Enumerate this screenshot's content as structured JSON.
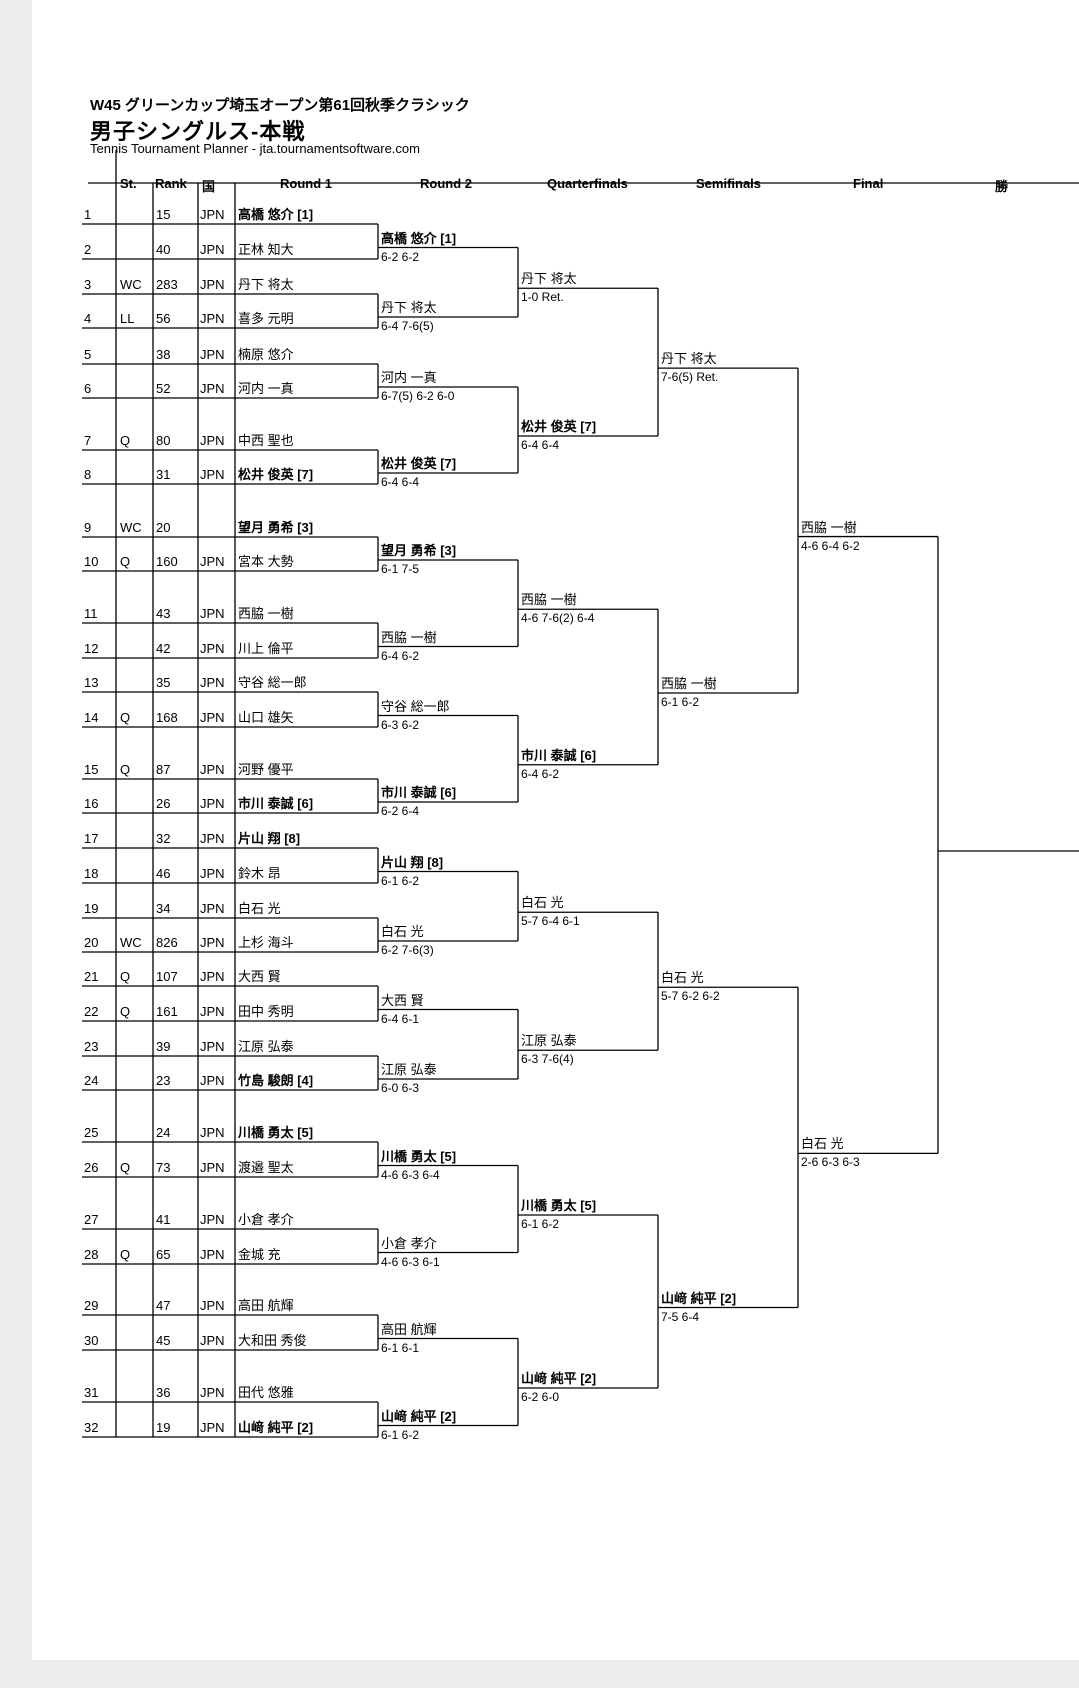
{
  "tournament": {
    "name": "W45 グリーンカップ埼玉オープン第61回秋季クラシック",
    "event": "男子シングルス-本戦",
    "planner": "Tennis Tournament Planner - jta.tournamentsoftware.com"
  },
  "headers": {
    "st": "St.",
    "rank": "Rank",
    "nat": "国",
    "r1": "Round 1",
    "r2": "Round 2",
    "qf": "Quarterfinals",
    "sf": "Semifinals",
    "final": "Final",
    "winner": "勝"
  },
  "draw": [
    {
      "no": "1",
      "st": "",
      "rank": "15",
      "nat": "JPN",
      "name": "高橋 悠介 [1]",
      "seed": true
    },
    {
      "no": "2",
      "st": "",
      "rank": "40",
      "nat": "JPN",
      "name": "正林 知大",
      "seed": false
    },
    {
      "no": "3",
      "st": "WC",
      "rank": "283",
      "nat": "JPN",
      "name": "丹下 将太",
      "seed": false
    },
    {
      "no": "4",
      "st": "LL",
      "rank": "56",
      "nat": "JPN",
      "name": "喜多 元明",
      "seed": false
    },
    {
      "no": "5",
      "st": "",
      "rank": "38",
      "nat": "JPN",
      "name": "楠原 悠介",
      "seed": false
    },
    {
      "no": "6",
      "st": "",
      "rank": "52",
      "nat": "JPN",
      "name": "河内 一真",
      "seed": false
    },
    {
      "no": "7",
      "st": "Q",
      "rank": "80",
      "nat": "JPN",
      "name": "中西 聖也",
      "seed": false
    },
    {
      "no": "8",
      "st": "",
      "rank": "31",
      "nat": "JPN",
      "name": "松井 俊英 [7]",
      "seed": true
    },
    {
      "no": "9",
      "st": "WC",
      "rank": "20",
      "nat": "",
      "name": "望月 勇希 [3]",
      "seed": true
    },
    {
      "no": "10",
      "st": "Q",
      "rank": "160",
      "nat": "JPN",
      "name": "宮本 大勢",
      "seed": false
    },
    {
      "no": "11",
      "st": "",
      "rank": "43",
      "nat": "JPN",
      "name": "西脇 一樹",
      "seed": false
    },
    {
      "no": "12",
      "st": "",
      "rank": "42",
      "nat": "JPN",
      "name": "川上 倫平",
      "seed": false
    },
    {
      "no": "13",
      "st": "",
      "rank": "35",
      "nat": "JPN",
      "name": "守谷 総一郎",
      "seed": false
    },
    {
      "no": "14",
      "st": "Q",
      "rank": "168",
      "nat": "JPN",
      "name": "山口 雄矢",
      "seed": false
    },
    {
      "no": "15",
      "st": "Q",
      "rank": "87",
      "nat": "JPN",
      "name": "河野 優平",
      "seed": false
    },
    {
      "no": "16",
      "st": "",
      "rank": "26",
      "nat": "JPN",
      "name": "市川 泰誠 [6]",
      "seed": true
    },
    {
      "no": "17",
      "st": "",
      "rank": "32",
      "nat": "JPN",
      "name": "片山 翔 [8]",
      "seed": true
    },
    {
      "no": "18",
      "st": "",
      "rank": "46",
      "nat": "JPN",
      "name": "鈴木 昂",
      "seed": false
    },
    {
      "no": "19",
      "st": "",
      "rank": "34",
      "nat": "JPN",
      "name": "白石 光",
      "seed": false
    },
    {
      "no": "20",
      "st": "WC",
      "rank": "826",
      "nat": "JPN",
      "name": "上杉 海斗",
      "seed": false
    },
    {
      "no": "21",
      "st": "Q",
      "rank": "107",
      "nat": "JPN",
      "name": "大西 賢",
      "seed": false
    },
    {
      "no": "22",
      "st": "Q",
      "rank": "161",
      "nat": "JPN",
      "name": "田中 秀明",
      "seed": false
    },
    {
      "no": "23",
      "st": "",
      "rank": "39",
      "nat": "JPN",
      "name": "江原 弘泰",
      "seed": false
    },
    {
      "no": "24",
      "st": "",
      "rank": "23",
      "nat": "JPN",
      "name": "竹島 駿朗 [4]",
      "seed": true
    },
    {
      "no": "25",
      "st": "",
      "rank": "24",
      "nat": "JPN",
      "name": "川橋 勇太 [5]",
      "seed": true
    },
    {
      "no": "26",
      "st": "Q",
      "rank": "73",
      "nat": "JPN",
      "name": "渡邉 聖太",
      "seed": false
    },
    {
      "no": "27",
      "st": "",
      "rank": "41",
      "nat": "JPN",
      "name": "小倉 孝介",
      "seed": false
    },
    {
      "no": "28",
      "st": "Q",
      "rank": "65",
      "nat": "JPN",
      "name": "金城 充",
      "seed": false
    },
    {
      "no": "29",
      "st": "",
      "rank": "47",
      "nat": "JPN",
      "name": "高田 航輝",
      "seed": false
    },
    {
      "no": "30",
      "st": "",
      "rank": "45",
      "nat": "JPN",
      "name": "大和田 秀俊",
      "seed": false
    },
    {
      "no": "31",
      "st": "",
      "rank": "36",
      "nat": "JPN",
      "name": "田代 悠雅",
      "seed": false
    },
    {
      "no": "32",
      "st": "",
      "rank": "19",
      "nat": "JPN",
      "name": "山﨑 純平 [2]",
      "seed": true
    }
  ],
  "round2": [
    {
      "name": "高橋 悠介 [1]",
      "score": "6-2 6-2",
      "seed": true
    },
    {
      "name": "丹下 将太",
      "score": "6-4 7-6(5)",
      "seed": false
    },
    {
      "name": "河内 一真",
      "score": "6-7(5) 6-2 6-0",
      "seed": false
    },
    {
      "name": "松井 俊英 [7]",
      "score": "6-4 6-4",
      "seed": true
    },
    {
      "name": "望月 勇希 [3]",
      "score": "6-1 7-5",
      "seed": true
    },
    {
      "name": "西脇 一樹",
      "score": "6-4 6-2",
      "seed": false
    },
    {
      "name": "守谷 総一郎",
      "score": "6-3 6-2",
      "seed": false
    },
    {
      "name": "市川 泰誠 [6]",
      "score": "6-2 6-4",
      "seed": true
    },
    {
      "name": "片山 翔 [8]",
      "score": "6-1 6-2",
      "seed": true
    },
    {
      "name": "白石 光",
      "score": "6-2 7-6(3)",
      "seed": false
    },
    {
      "name": "大西 賢",
      "score": "6-4 6-1",
      "seed": false
    },
    {
      "name": "江原 弘泰",
      "score": "6-0 6-3",
      "seed": false
    },
    {
      "name": "川橋 勇太 [5]",
      "score": "4-6 6-3 6-4",
      "seed": true
    },
    {
      "name": "小倉 孝介",
      "score": "4-6 6-3 6-1",
      "seed": false
    },
    {
      "name": "高田 航輝",
      "score": "6-1 6-1",
      "seed": false
    },
    {
      "name": "山﨑 純平 [2]",
      "score": "6-1 6-2",
      "seed": true
    }
  ],
  "qf": [
    {
      "name": "丹下 将太",
      "score": "1-0 Ret.",
      "seed": false
    },
    {
      "name": "松井 俊英 [7]",
      "score": "6-4 6-4",
      "seed": true
    },
    {
      "name": "西脇 一樹",
      "score": "4-6 7-6(2) 6-4",
      "seed": false
    },
    {
      "name": "市川 泰誠 [6]",
      "score": "6-4 6-2",
      "seed": true
    },
    {
      "name": "白石 光",
      "score": "5-7 6-4 6-1",
      "seed": false
    },
    {
      "name": "江原 弘泰",
      "score": "6-3 7-6(4)",
      "seed": false
    },
    {
      "name": "川橋 勇太 [5]",
      "score": "6-1 6-2",
      "seed": true
    },
    {
      "name": "山﨑 純平 [2]",
      "score": "6-2 6-0",
      "seed": true
    }
  ],
  "sf": [
    {
      "name": "丹下 将太",
      "score": "7-6(5) Ret.",
      "seed": false
    },
    {
      "name": "西脇 一樹",
      "score": "6-1 6-2",
      "seed": false
    },
    {
      "name": "白石 光",
      "score": "5-7 6-2 6-2",
      "seed": false
    },
    {
      "name": "山﨑 純平 [2]",
      "score": "7-5 6-4",
      "seed": true
    }
  ],
  "final": [
    {
      "name": "西脇 一樹",
      "score": "4-6 6-4 6-2",
      "seed": false
    },
    {
      "name": "白石 光",
      "score": "2-6 6-3 6-3",
      "seed": false
    }
  ]
}
